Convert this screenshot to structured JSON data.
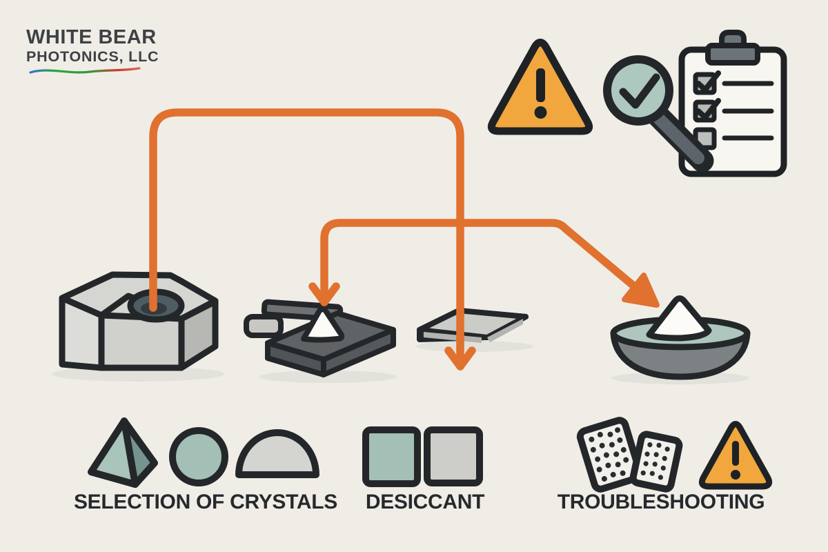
{
  "brand": {
    "name_line1": "WHITE BEAR",
    "name_line2": "PHOTONICS, LLC"
  },
  "captions": {
    "crystals_label": "SELECTION OF CRYSTALS",
    "desiccant_label": "DESICCANT",
    "troubleshooting_label": "TROUBLESHOOTING"
  },
  "icons": [
    "warning-triangle-icon",
    "magnifier-check-icon",
    "checklist-clipboard-icon",
    "laser-source-machine-icon",
    "powder-plate-icon",
    "thin-plate-icon",
    "powder-bowl-icon",
    "pyramid-crystal-icon",
    "round-crystal-icon",
    "dome-crystal-icon",
    "desiccant-square-teal-icon",
    "desiccant-square-gray-icon",
    "desiccant-packets-icon",
    "warning-triangle-small-icon"
  ],
  "colors": {
    "background": "#f0ede7",
    "accent_orange": "#e1712f",
    "warning_yellow": "#f1a73e",
    "outline_dark": "#24272a",
    "sage_teal": "#a9c4ba",
    "light_gray": "#d5d6d2",
    "logo_text": "#3e4144"
  }
}
